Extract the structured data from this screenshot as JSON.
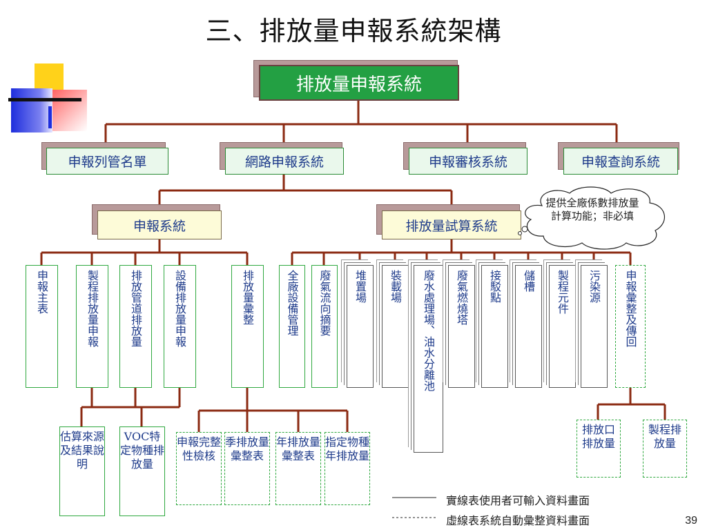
{
  "title": "三、排放量申報系統架構",
  "root": "排放量申報系統",
  "level2": [
    "申報列管名單",
    "網路申報系統",
    "申報審核系統",
    "申報查詢系統"
  ],
  "level3": [
    "申報系統",
    "排放量試算系統"
  ],
  "callout": "提供全廠係數排放量計算功能；非必填",
  "report_items": [
    {
      "label": "申報主表",
      "style": "solid"
    },
    {
      "label": "製程排放量申報",
      "style": "solid"
    },
    {
      "label": "排放管道排放量",
      "style": "solid"
    },
    {
      "label": "設備排放量申報",
      "style": "solid"
    },
    {
      "label": "排放量彙整",
      "style": "solid"
    }
  ],
  "calc_items": [
    {
      "label": "全廠設備管理",
      "style": "solid"
    },
    {
      "label": "廢氣流向摘要",
      "style": "solid"
    },
    {
      "label": "堆置場",
      "style": "layered"
    },
    {
      "label": "裝載場",
      "style": "layered"
    },
    {
      "label": "廢水處理場、油水分離池",
      "style": "layered"
    },
    {
      "label": "廢氣燃燒塔",
      "style": "layered"
    },
    {
      "label": "接駁點",
      "style": "layered"
    },
    {
      "label": "儲槽",
      "style": "layered"
    },
    {
      "label": "製程元件",
      "style": "layered"
    },
    {
      "label": "污染源",
      "style": "layered"
    },
    {
      "label": "申報彙整及傳回",
      "style": "dashed"
    }
  ],
  "sub_report": [
    {
      "label": "估算來源及結果說明",
      "style": "solid"
    },
    {
      "label": "VOC特定物種排放量",
      "style": "solid"
    }
  ],
  "sub_summary": [
    {
      "label": "申報完整性檢核",
      "style": "dashed"
    },
    {
      "label": "季排放量彙整表",
      "style": "dashed"
    },
    {
      "label": "年排放量彙整表",
      "style": "dashed"
    },
    {
      "label": "指定物種年排放量",
      "style": "dashed"
    }
  ],
  "sub_return": [
    {
      "label": "排放口排放量",
      "style": "dashed"
    },
    {
      "label": "製程排放量",
      "style": "dashed"
    }
  ],
  "legend": {
    "solid": "實線表使用者可輸入資料畫面",
    "dashed": "虛線表系統自動彙整資料畫面"
  },
  "page_number": "39",
  "colors": {
    "connector": "#8b2a12",
    "root_fill": "#23a043",
    "green_border": "#2ea83e",
    "text": "#1d3a8a"
  }
}
